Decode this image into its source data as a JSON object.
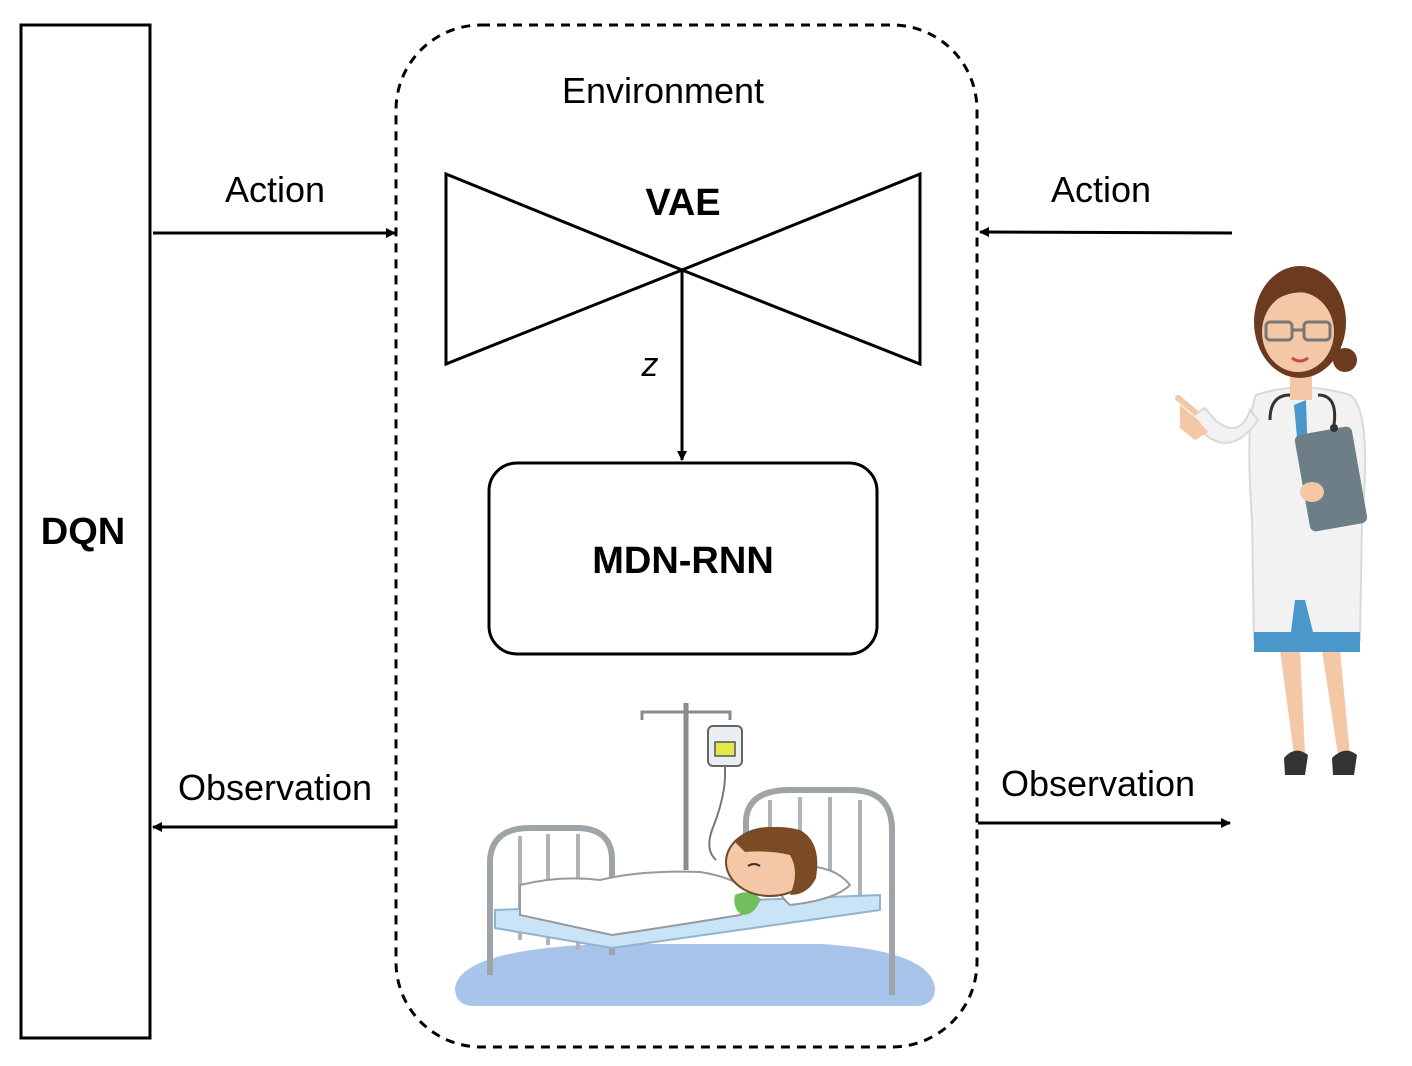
{
  "diagram": {
    "dqn_label": "DQN",
    "environment_label": "Environment",
    "vae_label": "VAE",
    "latent_label": "z",
    "mdn_rnn_label": "MDN-RNN",
    "left_action_label": "Action",
    "right_action_label": "Action",
    "left_observation_label": "Observation",
    "right_observation_label": "Observation",
    "doctor_icon": "doctor-illustration",
    "patient_icon": "patient-in-bed-illustration"
  },
  "colors": {
    "stroke": "#000000",
    "bed_floor": "#a9c4ea",
    "mattress": "#c9e3f7",
    "doctor_hair": "#6b3a1f",
    "doctor_skin": "#f4c7a6",
    "coat": "#f2f2f2",
    "scrubs": "#4a97c9",
    "clipboard": "#6d7e87"
  }
}
